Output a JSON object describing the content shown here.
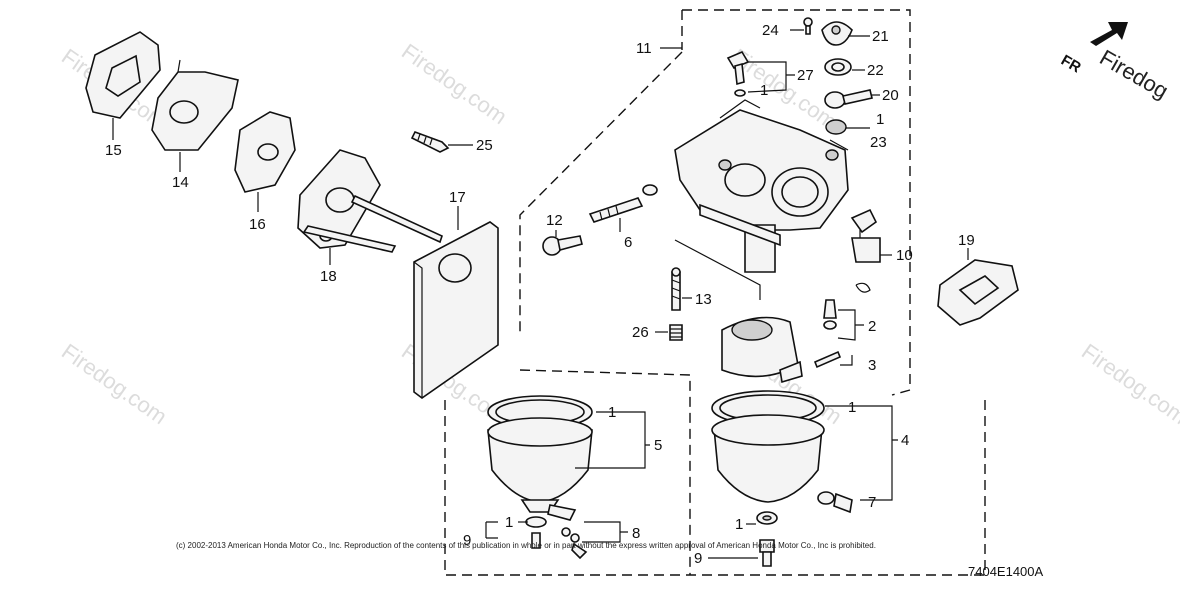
{
  "diagram": {
    "callouts": [
      "24",
      "21",
      "11",
      "27",
      "22",
      "1",
      "20",
      "1",
      "23",
      "25",
      "15",
      "14",
      "16",
      "17",
      "18",
      "12",
      "6",
      "10",
      "19",
      "13",
      "2",
      "26",
      "3",
      "1",
      "5",
      "1",
      "4",
      "9",
      "1",
      "8",
      "1",
      "9",
      "7"
    ],
    "watermark": "Firedog.com",
    "watermark_brand": "Firedog",
    "front_label": "FR",
    "copyright": "(c) 2002-2013 American Honda Motor Co., Inc. Reproduction of the contents of this publication in whole or in part without the express written approval of American Honda Motor Co., Inc is prohibited.",
    "drawing_code": "7404E1400A"
  }
}
